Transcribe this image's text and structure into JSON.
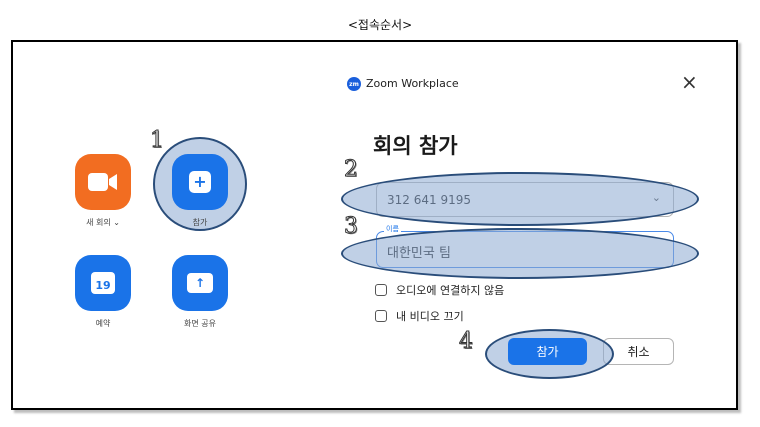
{
  "caption": "<접속순서>",
  "left_panel": {
    "tiles": [
      {
        "id": "new-meeting",
        "label": "새 회의 ⌄",
        "color": "#f26d21",
        "icon": "video-camera-icon"
      },
      {
        "id": "join",
        "label": "참가",
        "color": "#1a73e8",
        "icon": "plus-icon"
      },
      {
        "id": "schedule",
        "label": "예약",
        "color": "#1a73e8",
        "icon": "calendar-icon",
        "calendar_day": "19"
      },
      {
        "id": "share-screen",
        "label": "화면 공유",
        "color": "#1a73e8",
        "icon": "share-arrow-icon"
      }
    ]
  },
  "dialog": {
    "brand_logo_text": "zm",
    "app_title": "Zoom Workplace",
    "close_symbol": "×",
    "heading": "회의 참가",
    "meeting_id_value": "312 641 9195",
    "name_label": "이름",
    "name_value": "대한민국 팀",
    "options": [
      {
        "label": "오디오에 연결하지 않음",
        "checked": false
      },
      {
        "label": "내 비디오 끄기",
        "checked": false
      }
    ],
    "join_button": "참가",
    "cancel_button": "취소"
  },
  "annotations": {
    "step1": "1",
    "step2": "2",
    "step3": "3",
    "step4": "4"
  },
  "colors": {
    "accent_blue": "#1a73e8",
    "orange": "#f26d21",
    "annotation_fill": "#b7c9e3",
    "annotation_stroke": "#2a4d7a"
  }
}
